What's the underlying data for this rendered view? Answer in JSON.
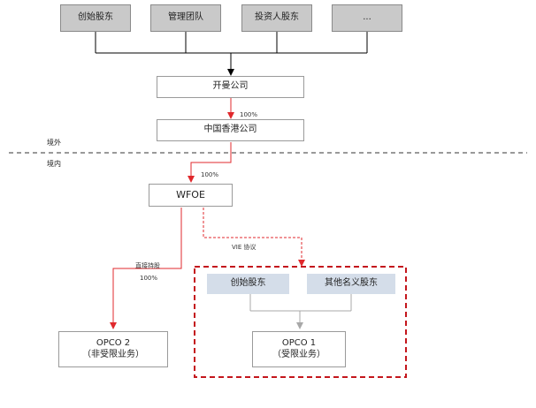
{
  "shareholders": [
    "创始股东",
    "管理团队",
    "投资人股东",
    "..."
  ],
  "offshore_company": "开曼公司",
  "hk_company": "中国香港公司",
  "wfoe": "WFOE",
  "label_offshore": "境外",
  "label_onshore": "境内",
  "share_100_a": "100%",
  "share_100_b": "100%",
  "share_100_c": "100%",
  "direct_holding": "直接持股",
  "vie_agreement": "VIE 协议",
  "opco2": {
    "name": "OPCO 2",
    "desc": "（非受限业务）"
  },
  "vie_holders": [
    "创始股东",
    "其他名义股东"
  ],
  "opco1": {
    "name": "OPCO 1",
    "desc": "（受限业务）"
  },
  "colors": {
    "arrow_red": "#e0282c",
    "dashed_box": "#c4161c",
    "line_gray": "#000000"
  }
}
